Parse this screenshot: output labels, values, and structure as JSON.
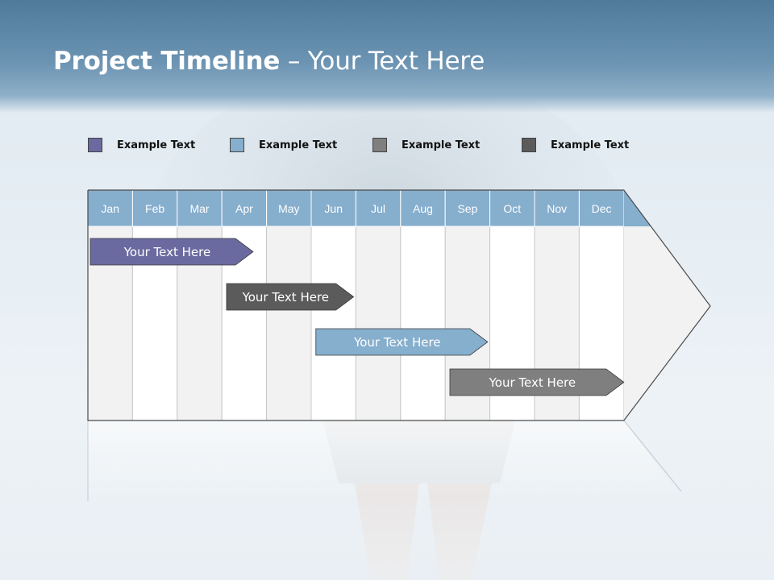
{
  "slide": {
    "title_bold": "Project Timeline",
    "title_rest": " – Your Text Here"
  },
  "legend": [
    {
      "label": "Example Text",
      "color": "#6b6aa0"
    },
    {
      "label": "Example Text",
      "color": "#86aecd"
    },
    {
      "label": "Example Text",
      "color": "#7f7f7f"
    },
    {
      "label": "Example Text",
      "color": "#5b5b5b"
    }
  ],
  "months": [
    "Jan",
    "Feb",
    "Mar",
    "Apr",
    "May",
    "Jun",
    "Jul",
    "Aug",
    "Sep",
    "Oct",
    "Nov",
    "Dec"
  ],
  "tasks": [
    {
      "label": "Your  Text Here",
      "start_month": 0,
      "end_month": 3.7,
      "color": "#6b6aa0",
      "row": 0
    },
    {
      "label": "Your  Text Here",
      "start_month": 3.05,
      "end_month": 5.95,
      "color": "#5b5b5b",
      "row": 1
    },
    {
      "label": "Your  Text Here",
      "start_month": 5.05,
      "end_month": 8.95,
      "color": "#86aecd",
      "row": 2
    },
    {
      "label": "Your  Text Here",
      "start_month": 8.05,
      "end_month": 12.0,
      "color": "#7f7f7f",
      "row": 3
    }
  ],
  "colors": {
    "header_fill": "#86aecd",
    "column_light": "#f2f2f2",
    "column_white": "#ffffff"
  }
}
